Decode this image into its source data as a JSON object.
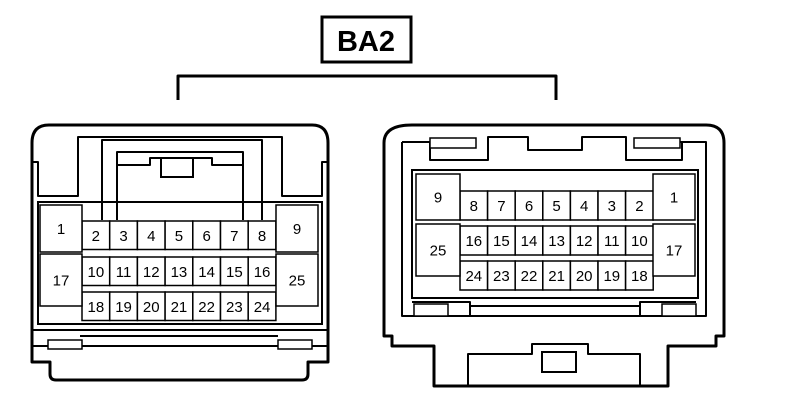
{
  "connector_label": "BA2",
  "left_connector": {
    "pins": [
      "1",
      "2",
      "3",
      "4",
      "5",
      "6",
      "7",
      "8",
      "9",
      "10",
      "11",
      "12",
      "13",
      "14",
      "15",
      "16",
      "17",
      "18",
      "19",
      "20",
      "21",
      "22",
      "23",
      "24",
      "25"
    ]
  },
  "right_connector": {
    "pins": [
      "1",
      "2",
      "3",
      "4",
      "5",
      "6",
      "7",
      "8",
      "9",
      "10",
      "11",
      "12",
      "13",
      "14",
      "15",
      "16",
      "17",
      "18",
      "19",
      "20",
      "21",
      "22",
      "23",
      "24",
      "25"
    ]
  }
}
